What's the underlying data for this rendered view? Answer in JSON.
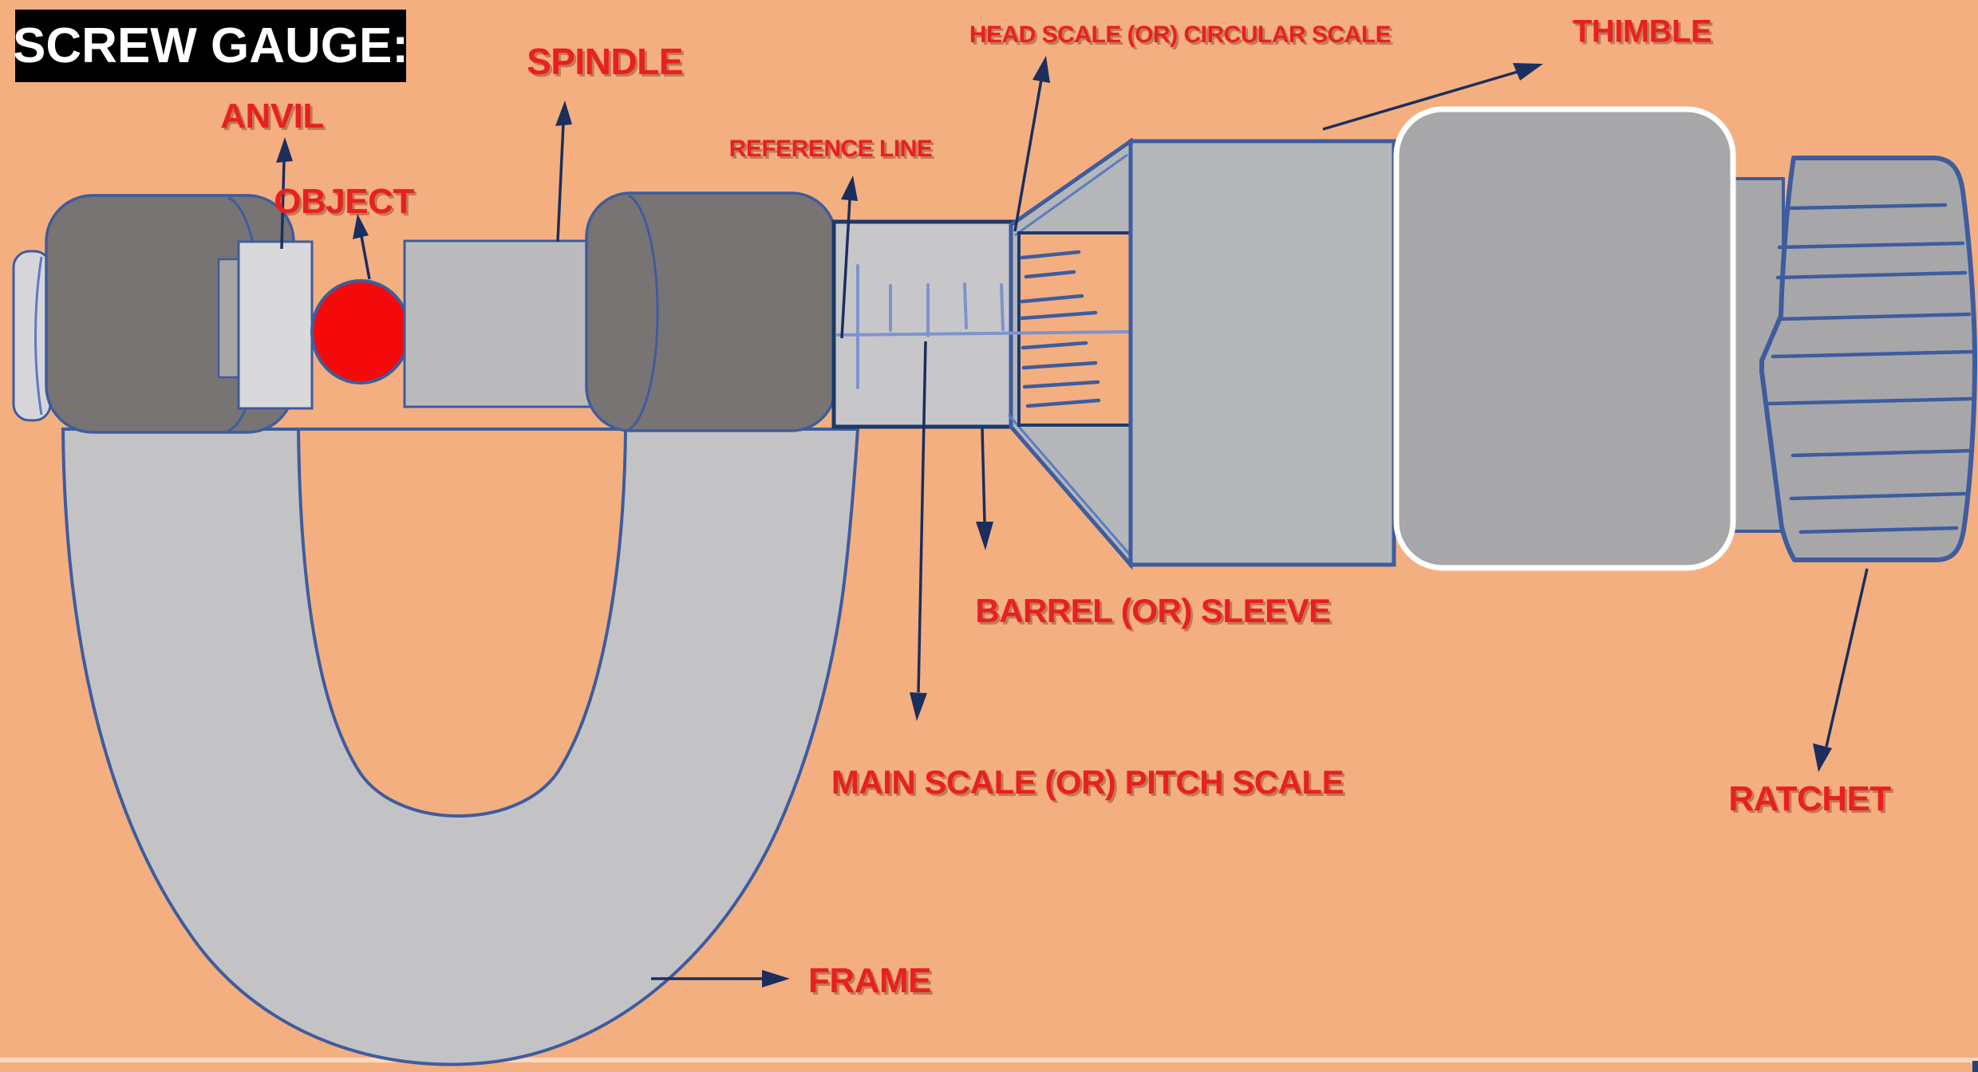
{
  "title": "SCREW GAUGE:",
  "labels": {
    "anvil": "ANVIL",
    "object": "OBJECT",
    "spindle": "SPINDLE",
    "reference_line": "REFERENCE LINE",
    "head_scale": "HEAD SCALE (OR) CIRCULAR SCALE",
    "thimble": "THIMBLE",
    "barrel": "BARREL (OR) SLEEVE",
    "main_scale": "MAIN SCALE (OR) PITCH SCALE",
    "frame": "FRAME",
    "ratchet": "RATCHET"
  },
  "colors": {
    "background": "#F4AF80",
    "label_red": "#E8201F",
    "title_bg": "#000000",
    "title_text": "#FFFFFF",
    "outline_navy": "#1B3A6B",
    "outline_blue": "#3E5C9E",
    "arrow_navy": "#1B2E5E",
    "scale_blue": "#7E92CE",
    "metal_frame": "#C3C3C6",
    "metal_light": "#C7C7CA",
    "metal_mid": "#B4B6B9",
    "metal_thimble": "#A7A7AA",
    "metal_spindle": "#BBBBBE",
    "metal_dark": "#787474",
    "anvil_face": "#D9D9DB",
    "cap": "#D6D6DA",
    "spacer": "#A7A4A4",
    "object_red": "#F40A0A",
    "slide_edge": "#FAD9BE"
  }
}
